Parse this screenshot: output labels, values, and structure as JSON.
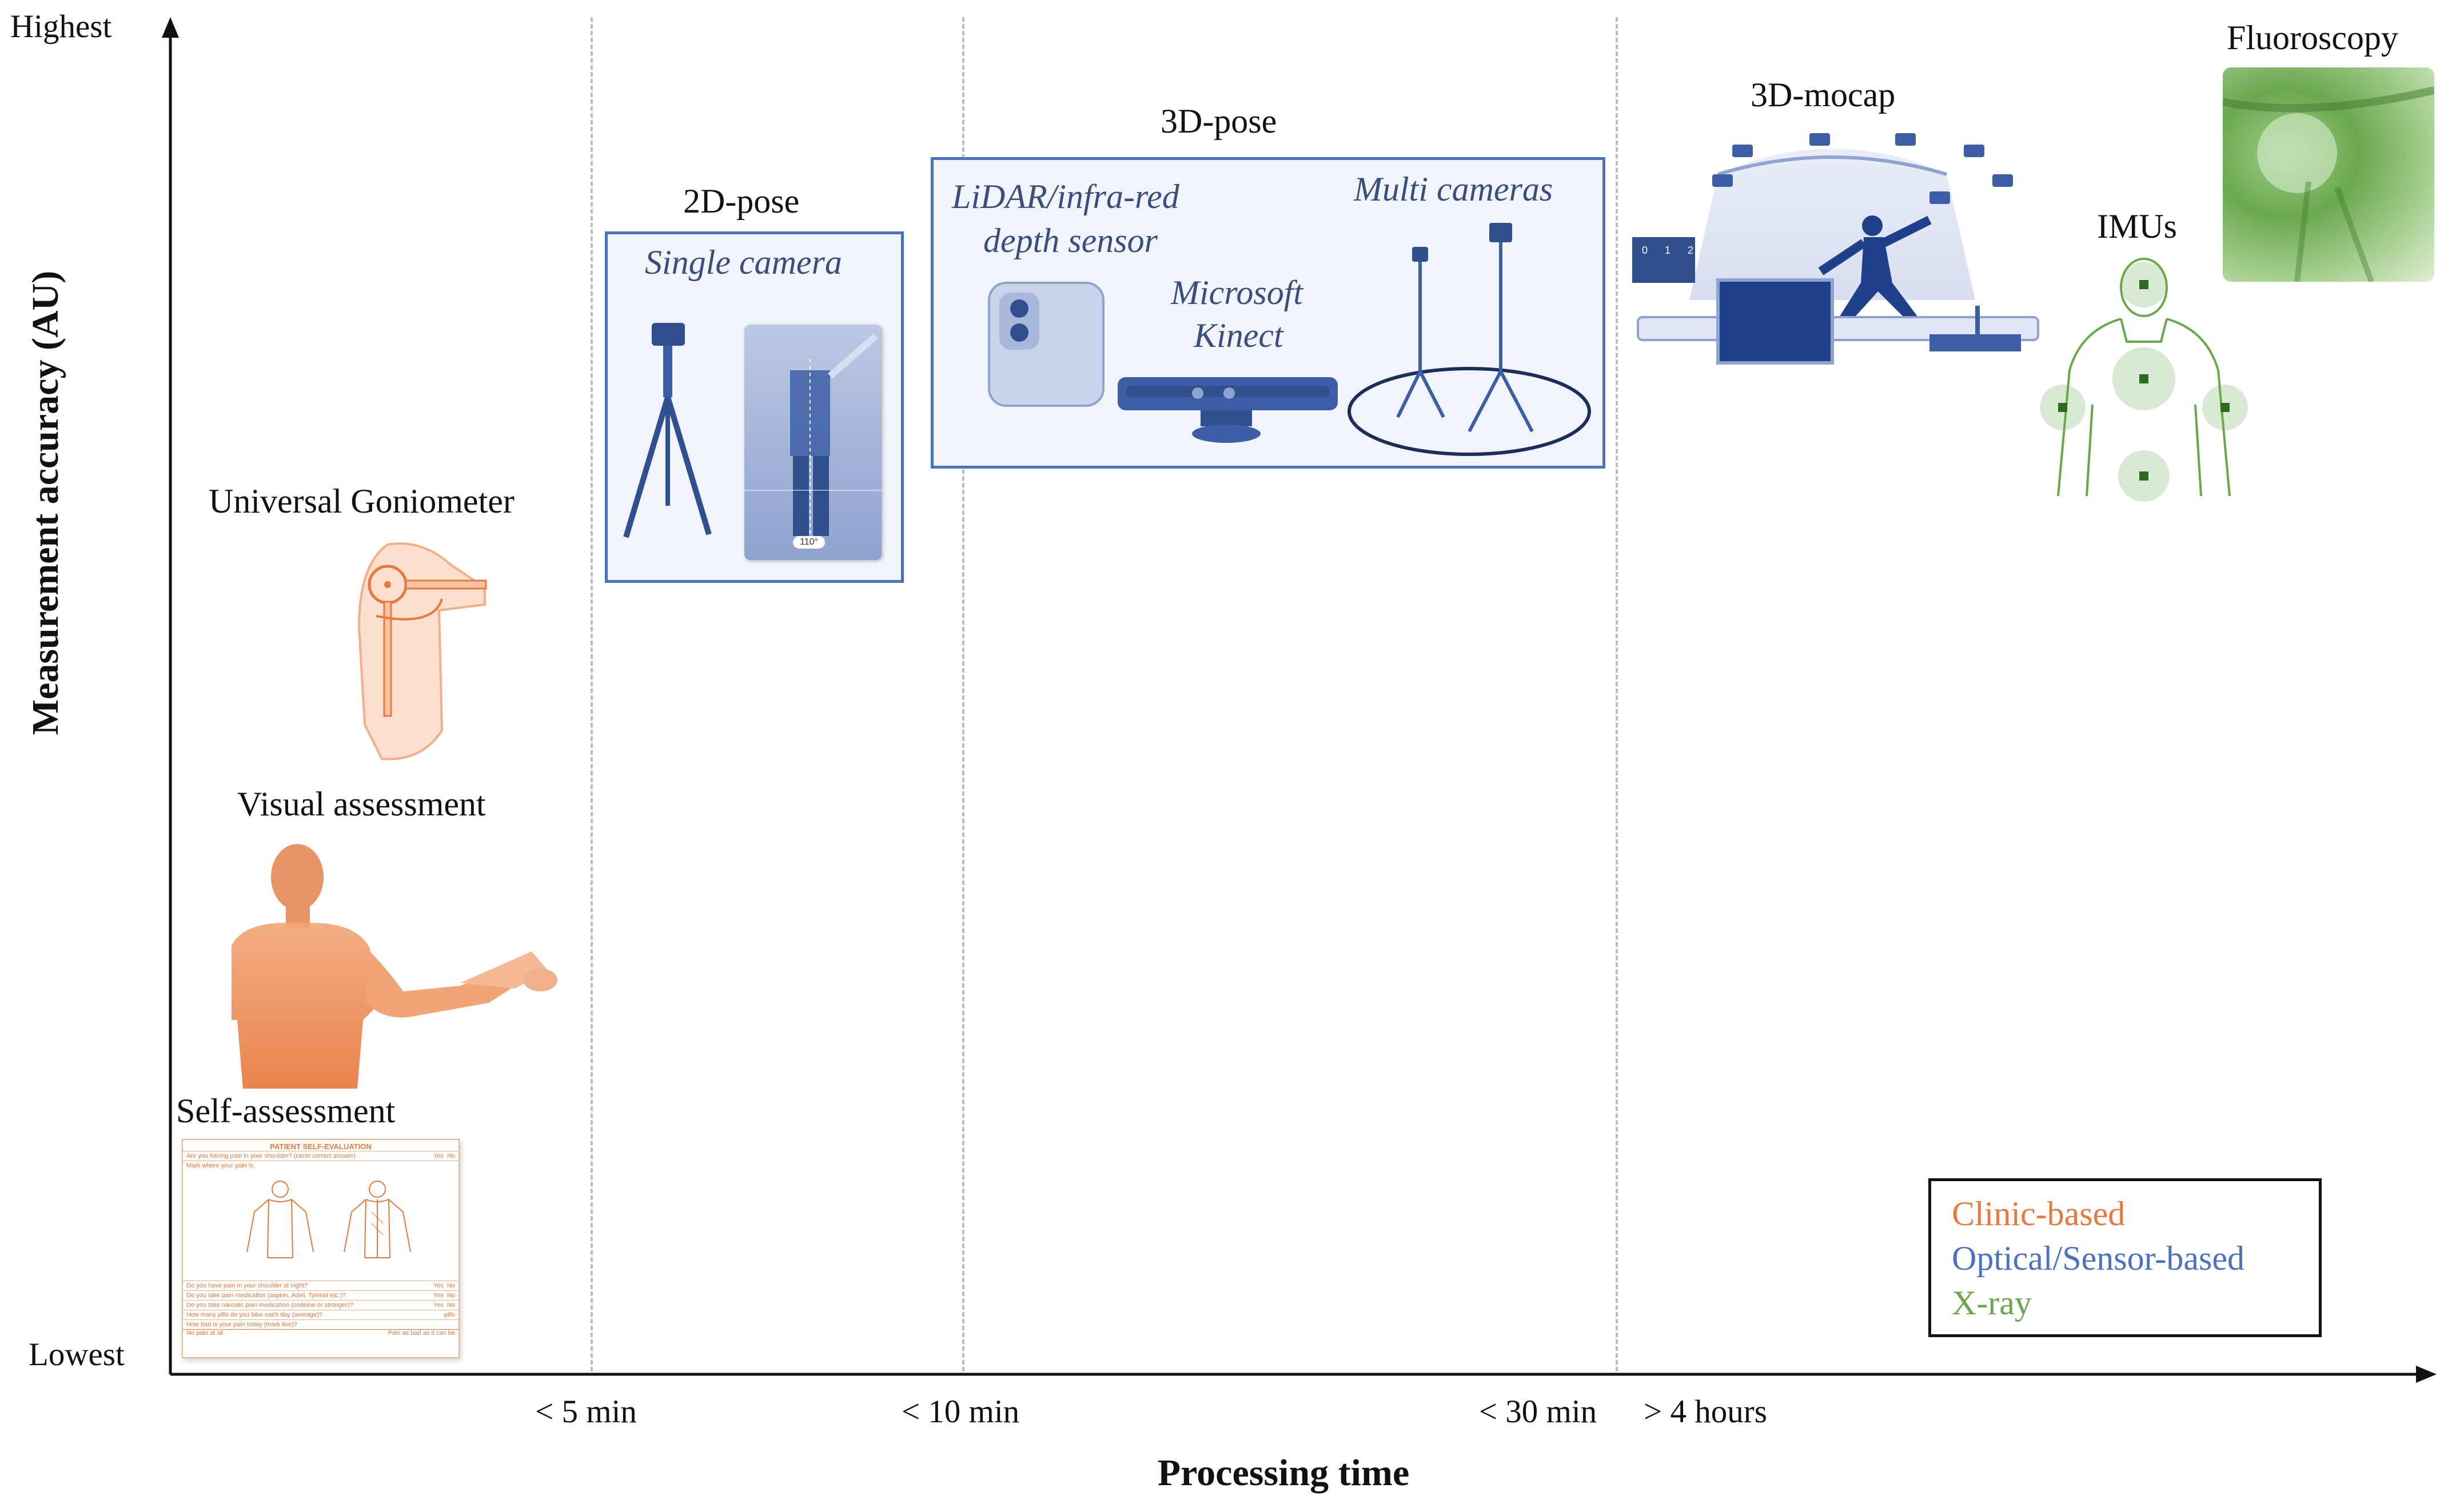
{
  "axes": {
    "y_top_label": "Highest",
    "y_bottom_label": "Lowest",
    "y_title": "Measurement accuracy (AU)",
    "x_title": "Processing time",
    "x_ticks": [
      "< 5 min",
      "< 10 min",
      "< 30 min",
      "> 4 hours"
    ]
  },
  "methods": {
    "self_assessment": "Self-assessment",
    "visual_assessment": "Visual assessment",
    "goniometer": "Universal Goniometer",
    "pose2d": "2D-pose",
    "pose2d_single": "Single camera",
    "pose3d": "3D-pose",
    "lidar_line1": "LiDAR/infra-red",
    "lidar_line2": "depth sensor",
    "kinect_line1": "Microsoft",
    "kinect_line2": "Kinect",
    "multi_cameras": "Multi cameras",
    "mocap": "3D-mocap",
    "imus": "IMUs",
    "fluoroscopy": "Fluoroscopy"
  },
  "form": {
    "header": "PATIENT SELF-EVALUATION",
    "q1": "Are you having pain in your shoulder? (circle correct answer)",
    "yes": "Yes",
    "no": "No",
    "mark": "Mark where your pain is:",
    "q2": "Do you have pain in your shoulder at night?",
    "q3": "Do you take pain medication (aspirin, Advil, Tylenol etc.)?",
    "q4": "Do you take narcotic pain medication (codeine or stronger)?",
    "q5": "How many pills do you take each day (average)?",
    "pills": "pills",
    "q6": "How bad is your pain today (mark line)?",
    "scale_low": "No pain at all",
    "scale_high": "Pain as bad as it can be"
  },
  "phone_angle": "110°",
  "mocap_markers": [
    "0",
    "1",
    "2"
  ],
  "legend": [
    {
      "label": "Clinic-based",
      "color": "#e8793e"
    },
    {
      "label": "Optical/Sensor-based",
      "color": "#4a72bf"
    },
    {
      "label": "X-ray",
      "color": "#6aa84f"
    }
  ],
  "colors": {
    "clinic": "#e8793e",
    "optical": "#4a72bf",
    "xray": "#6aa84f"
  }
}
